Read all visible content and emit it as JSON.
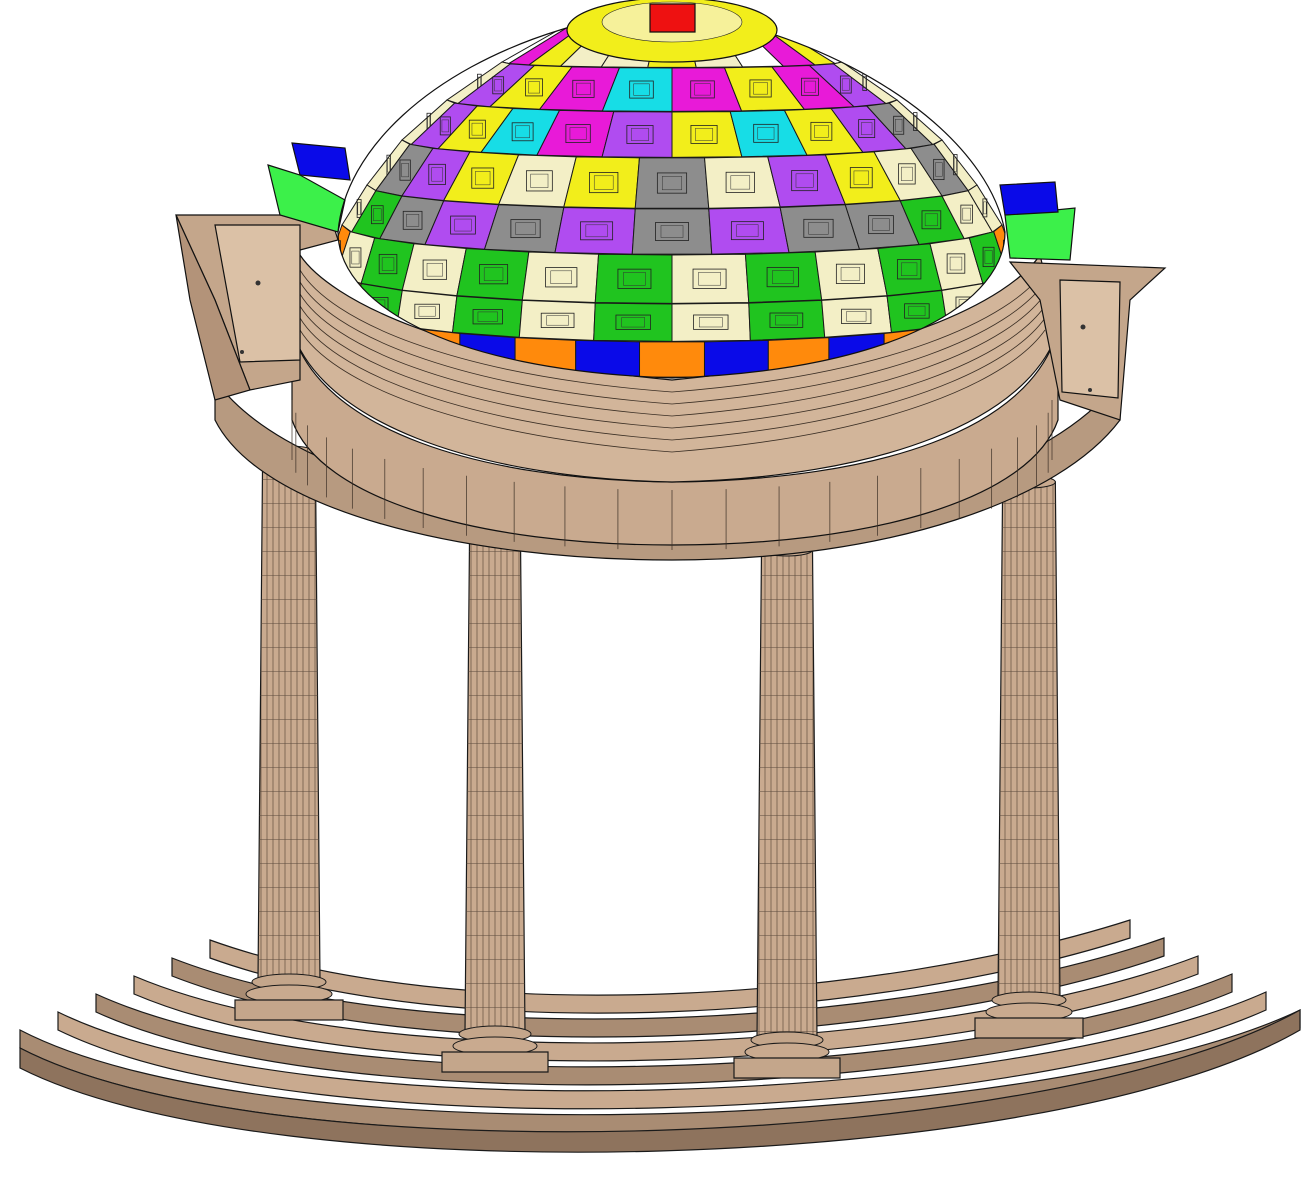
{
  "palette": {
    "stone": "#c9aa8f",
    "stone_light": "#dcc3a9",
    "stone_dark": "#a98c73",
    "edge": "#1a1a1a",
    "cream": "#f3efc6",
    "white": "#ffffff",
    "yellow": "#f2ee1b",
    "magenta": "#e81ad8",
    "cyan": "#17dde6",
    "purple": "#b04cf0",
    "gray": "#8d8d8d",
    "green": "#20c41f",
    "bright_green": "#3cf04a",
    "orange": "#ff8a0c",
    "blue": "#0a0ae8",
    "red": "#ee1111"
  },
  "dome_rings": [
    [
      "white",
      "magenta",
      "yellow",
      "cream",
      "cream",
      "yellow",
      "cream",
      "white",
      "magenta",
      "yellow",
      "white"
    ],
    [
      "cream",
      "purple",
      "yellow",
      "magenta",
      "cyan",
      "magenta",
      "yellow",
      "magenta",
      "purple",
      "cream"
    ],
    [
      "cream",
      "purple",
      "yellow",
      "cyan",
      "magenta",
      "purple",
      "yellow",
      "cyan",
      "yellow",
      "purple",
      "gray",
      "cream"
    ],
    [
      "cream",
      "gray",
      "purple",
      "yellow",
      "cream",
      "yellow",
      "gray",
      "cream",
      "purple",
      "yellow",
      "cream",
      "gray",
      "cream"
    ],
    [
      "cream",
      "green",
      "gray",
      "purple",
      "gray",
      "purple",
      "gray",
      "purple",
      "gray",
      "gray",
      "green",
      "cream",
      "cream"
    ],
    [
      "orange",
      "cream",
      "green",
      "cream",
      "green",
      "cream",
      "green",
      "cream",
      "green",
      "cream",
      "green",
      "cream",
      "green",
      "orange"
    ],
    [
      "blue",
      "orange",
      "green",
      "cream",
      "green",
      "cream",
      "green",
      "cream",
      "green",
      "cream",
      "green",
      "cream",
      "orange",
      "blue"
    ],
    [
      "orange",
      "blue",
      "orange",
      "blue",
      "orange",
      "blue",
      "orange",
      "blue",
      "orange",
      "blue",
      "orange",
      "blue",
      "orange",
      "blue",
      "orange",
      "blue",
      "orange"
    ],
    [
      "green",
      "green",
      "green",
      "green",
      "green",
      "green",
      "green",
      "green",
      "green"
    ]
  ],
  "columns": [
    {
      "id": "column-left-back"
    },
    {
      "id": "column-left-front"
    },
    {
      "id": "column-right-front"
    },
    {
      "id": "column-right-back"
    }
  ]
}
